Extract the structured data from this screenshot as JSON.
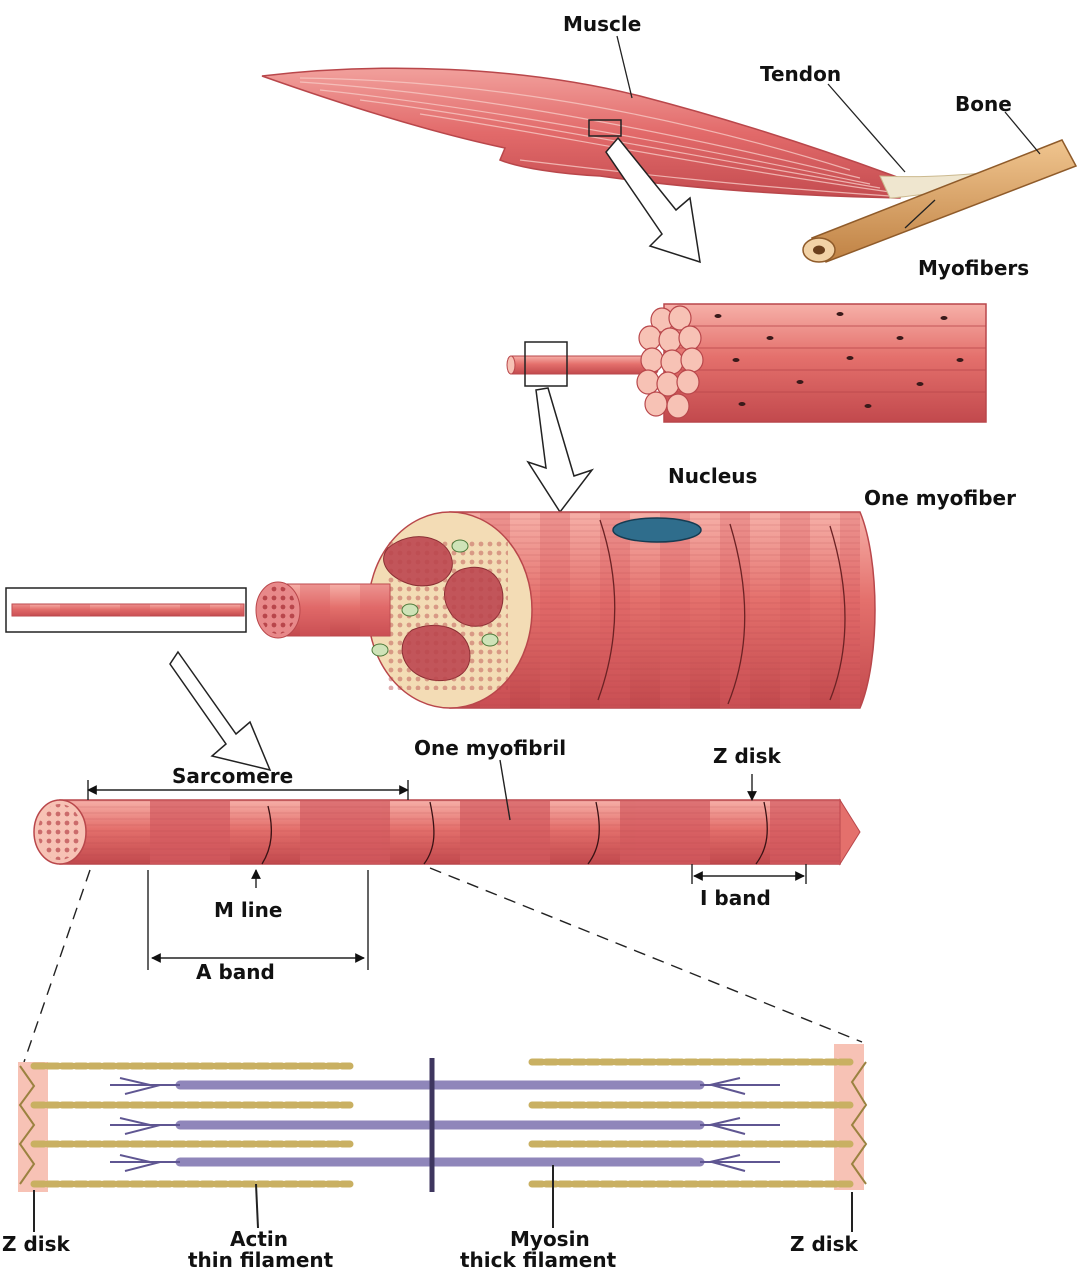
{
  "labels": {
    "muscle": "Muscle",
    "tendon": "Tendon",
    "bone": "Bone",
    "myofibers": "Myofibers",
    "nucleus": "Nucleus",
    "one_myofiber": "One myofiber",
    "one_myofibril": "One myofibril",
    "z_disk_top": "Z disk",
    "sarcomere": "Sarcomere",
    "m_line": "M line",
    "i_band": "I band",
    "a_band": "A band",
    "z_disk_left": "Z disk",
    "z_disk_right": "Z disk",
    "actin": "Actin",
    "actin_sub": "thin filament",
    "myosin": "Myosin",
    "myosin_sub": "thick filament"
  },
  "colors": {
    "muscle": "#e06a6a",
    "muscle_light": "#f4a3a0",
    "muscle_dark": "#b9474b",
    "bone": "#d9a064",
    "tendon": "#efe6cf",
    "nucleus": "#2f6d8c",
    "connective": "#f3dcb5",
    "actin": "#c9b062",
    "myosin": "#8f86ba",
    "zdisk_band": "#f7c2b5",
    "line": "#222222"
  }
}
